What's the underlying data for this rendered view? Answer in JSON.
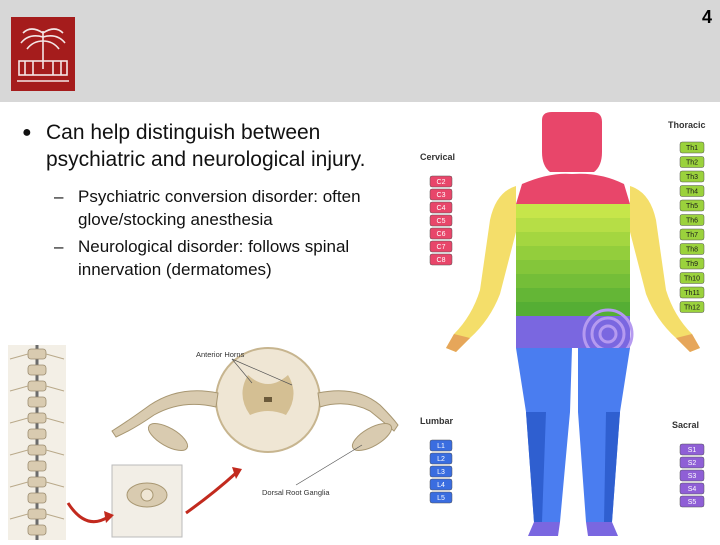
{
  "slide": {
    "number": "4",
    "bullet": "Can help distinguish between psychiatric and neurological injury.",
    "sub_bullets": [
      "Psychiatric conversion disorder: often glove/stocking anesthesia",
      "Neurological disorder: follows spinal innervation (dermatomes)"
    ]
  },
  "spine_figure": {
    "label_anterior": "Anterior Horns",
    "label_dorsal": "Dorsal Root Ganglia"
  },
  "dermatome_figure": {
    "cervical_title": "Cervical",
    "thoracic_title": "Thoracic",
    "lumbar_title": "Lumbar",
    "sacral_title": "Sacral",
    "cervical": [
      "C2",
      "C3",
      "C4",
      "C5",
      "C6",
      "C7",
      "C8"
    ],
    "thoracic": [
      "Th1",
      "Th2",
      "Th3",
      "Th4",
      "Th5",
      "Th6",
      "Th7",
      "Th8",
      "Th9",
      "Th10",
      "Th11",
      "Th12"
    ],
    "lumbar": [
      "L1",
      "L2",
      "L3",
      "L4",
      "L5"
    ],
    "sacral": [
      "S1",
      "S2",
      "S3",
      "S4",
      "S5"
    ],
    "colors": {
      "cervical": "#e8466a",
      "thoracic": "#9bd23c",
      "lumbar": "#3a6de0",
      "sacral": "#8f5fd6",
      "accent_red": "#a51c1c"
    }
  }
}
